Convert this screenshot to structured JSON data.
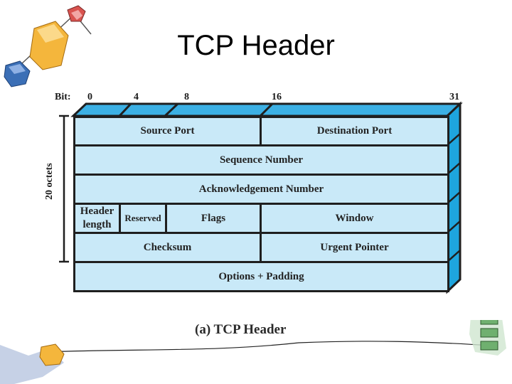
{
  "title": "TCP Header",
  "bit_axis": {
    "prefix": "Bit:",
    "ticks": [
      "0",
      "4",
      "8",
      "16",
      "31"
    ]
  },
  "side_label": "20 octets",
  "fields": {
    "source_port": "Source Port",
    "destination_port": "Destination Port",
    "sequence_number": "Sequence Number",
    "acknowledgement_number": "Acknowledgement Number",
    "header_length": "Header length",
    "reserved": "Reserved",
    "flags": "Flags",
    "window": "Window",
    "checksum": "Checksum",
    "urgent_pointer": "Urgent Pointer",
    "options_padding": "Options + Padding"
  },
  "caption": "(a) TCP Header",
  "colors": {
    "field_fill": "#c9e9f8",
    "top_face": "#3cb0e4",
    "side_face": "#1ea5de",
    "border": "#1f1f1f"
  }
}
